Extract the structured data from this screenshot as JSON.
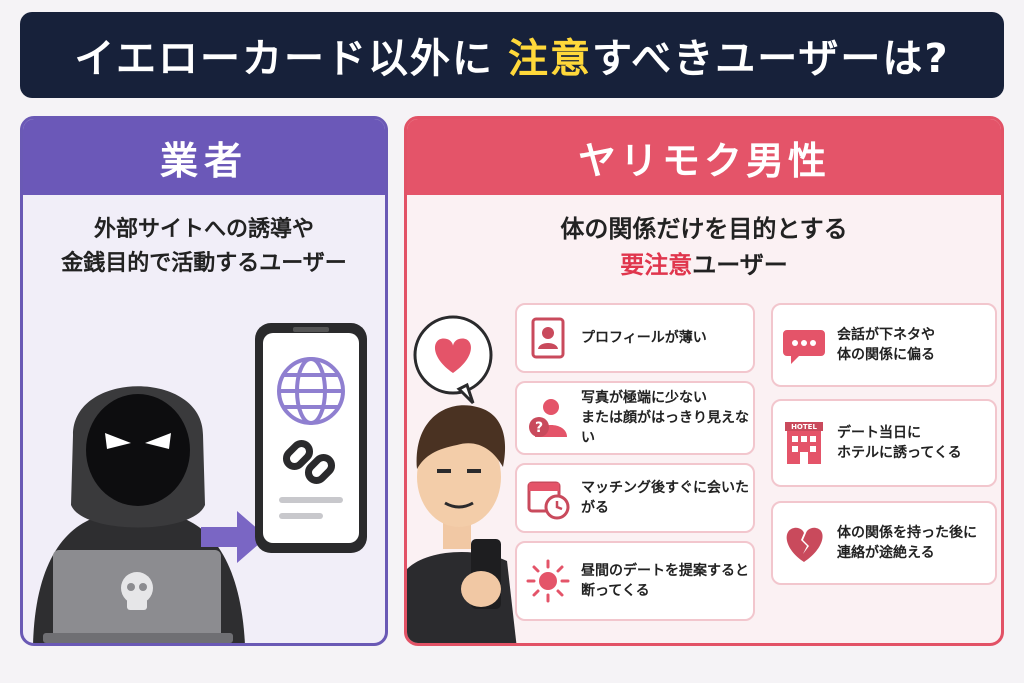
{
  "title": {
    "part1": "イエローカード以外に",
    "highlight": "注意",
    "part2": "すべきユーザーは?"
  },
  "left": {
    "heading": "業者",
    "desc_line1": "外部サイトへの誘導や",
    "desc_line2": "金銭目的で活動するユーザー"
  },
  "right": {
    "heading": "ヤリモク男性",
    "desc_line1": "体の関係だけを目的とする",
    "desc_warn": "要注意",
    "desc_line2_rest": "ユーザー",
    "cards": [
      {
        "line1": "プロフィールが薄い",
        "line2": "",
        "icon": "profile-document-icon"
      },
      {
        "line1": "写真が極端に少ない",
        "line2": "または顔がはっきり見えない",
        "icon": "unknown-person-icon"
      },
      {
        "line1": "マッチング後すぐに会いたがる",
        "line2": "",
        "icon": "calendar-clock-icon"
      },
      {
        "line1": "昼間のデートを提案すると",
        "line2": "断ってくる",
        "icon": "sun-icon"
      },
      {
        "line1": "会話が下ネタや",
        "line2": "体の関係に偏る",
        "icon": "speech-bubble-icon"
      },
      {
        "line1": "デート当日に",
        "line2": "ホテルに誘ってくる",
        "icon": "hotel-icon"
      },
      {
        "line1": "体の関係を持った後に",
        "line2": "連絡が途絶える",
        "icon": "broken-heart-icon"
      }
    ],
    "hotel_sign": "HOTEL"
  },
  "colors": {
    "navy": "#17213a",
    "yellow": "#ffd83a",
    "purple": "#6b58b8",
    "pink": "#e45469",
    "warn_red": "#e0364d"
  }
}
